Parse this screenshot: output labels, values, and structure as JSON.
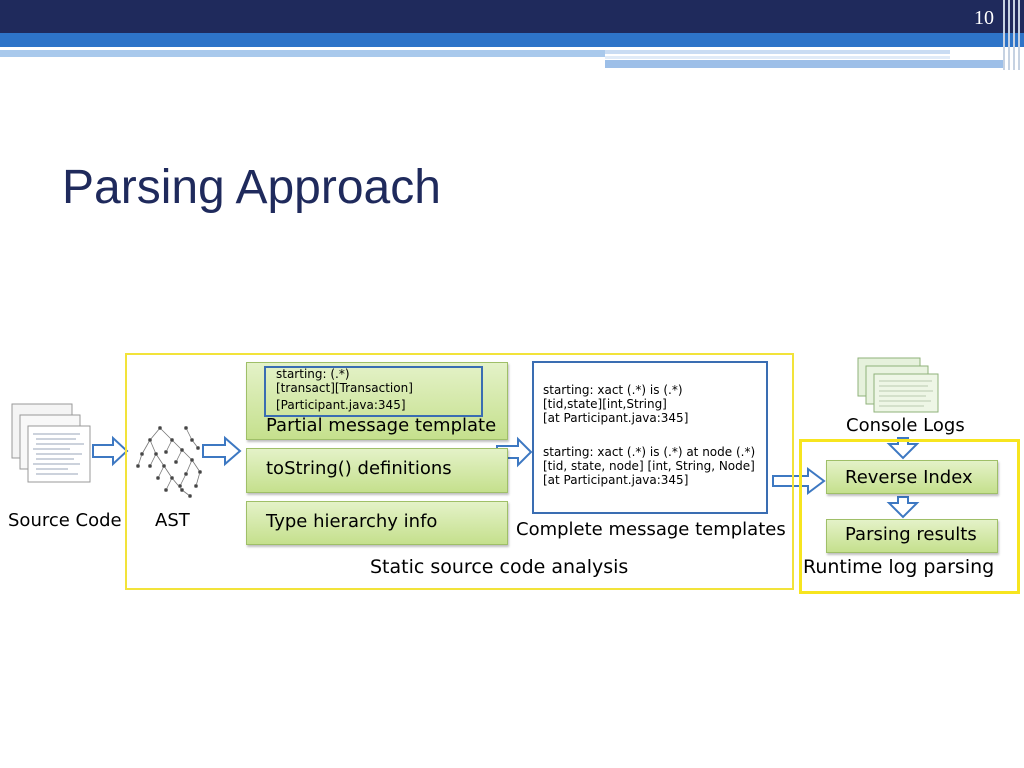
{
  "slide": {
    "number": "10",
    "title": "Parsing Approach"
  },
  "diagram": {
    "source_code_label": "Source Code",
    "ast_label": "AST",
    "partial_template": {
      "lines": [
        "starting: (.*)",
        "[transact][Transaction]",
        "[Participant.java:345]"
      ],
      "label": "Partial message template"
    },
    "tostring_label": "toString() definitions",
    "type_hierarchy_label": "Type hierarchy info",
    "complete_templates": {
      "template1": [
        "starting: xact (.*) is (.*)",
        "[tid,state][int,String]",
        "[at Participant.java:345]"
      ],
      "template2": [
        "starting: xact (.*) is (.*) at node (.*)",
        "[tid, state, node] [int, String, Node]",
        "[at Participant.java:345]"
      ],
      "label": "Complete message templates"
    },
    "static_analysis_label": "Static source code analysis",
    "console_logs_label": "Console Logs",
    "reverse_index_label": "Reverse Index",
    "parsing_results_label": "Parsing results",
    "runtime_label": "Runtime log parsing",
    "colors": {
      "header_dark": "#1f2a5c",
      "header_blue": "#2e74c8",
      "yellow_border": "#f2e33a",
      "blue_border": "#3a6db2",
      "green_fill": "#c5e08d",
      "arrow_blue": "#3d78c2"
    }
  }
}
